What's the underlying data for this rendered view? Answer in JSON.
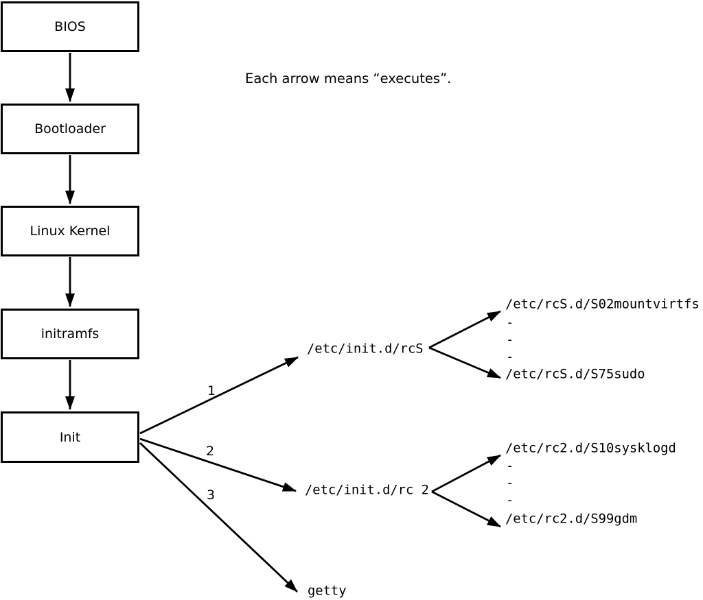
{
  "legend": {
    "note": "Each arrow means “executes”."
  },
  "flow": {
    "nodes": [
      {
        "label": "BIOS"
      },
      {
        "label": "Bootloader"
      },
      {
        "label": "Linux Kernel"
      },
      {
        "label": "initramfs"
      },
      {
        "label": "Init"
      }
    ]
  },
  "init_branches": {
    "labels": [
      "1",
      "2",
      "3"
    ],
    "targets": [
      "/etc/init.d/rcS",
      "/etc/init.d/rc 2",
      "getty"
    ]
  },
  "rcS_children": {
    "first": "/etc/rcS.d/S02mountvirtfs",
    "dots": [
      "-",
      "-",
      "-"
    ],
    "last": "/etc/rcS.d/S75sudo"
  },
  "rc2_children": {
    "first": "/etc/rc2.d/S10sysklogd",
    "dots": [
      "-",
      "-",
      "-"
    ],
    "last": "/etc/rc2.d/S99gdm"
  },
  "colors": {
    "line": "#000000",
    "background": "#ffffff"
  }
}
